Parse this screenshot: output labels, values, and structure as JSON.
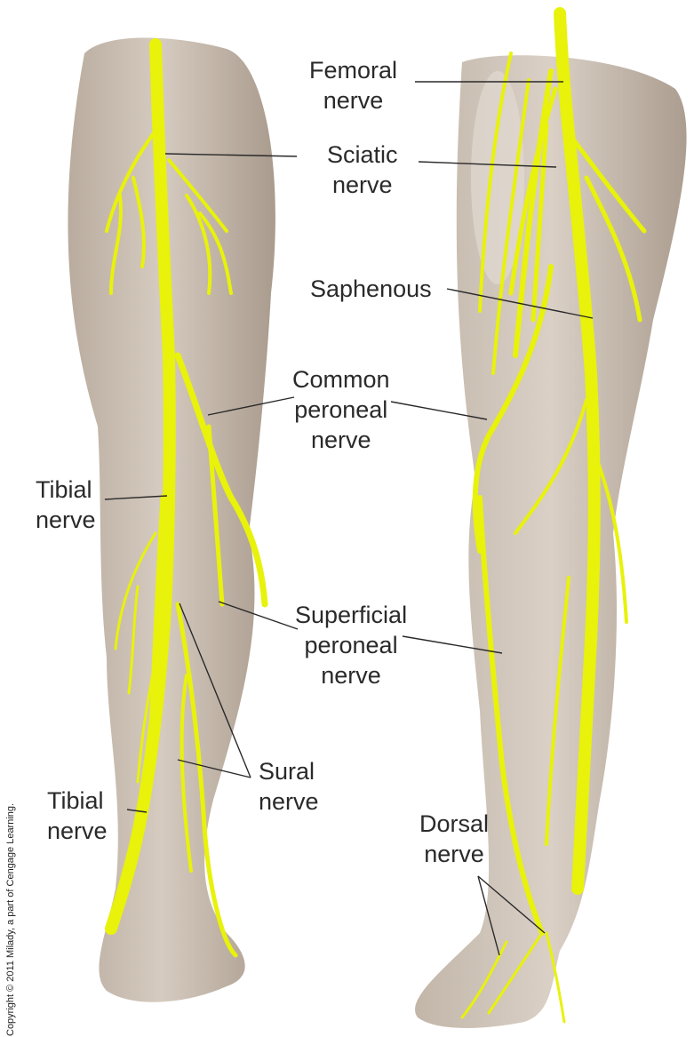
{
  "labels": {
    "femoral": [
      "Femoral",
      "nerve"
    ],
    "sciatic": [
      "Sciatic",
      "nerve"
    ],
    "saphenous": [
      "Saphenous"
    ],
    "common_peroneal": [
      "Common",
      "peroneal",
      "nerve"
    ],
    "tibial_upper": [
      "Tibial",
      "nerve"
    ],
    "superficial_peroneal": [
      "Superficial",
      "peroneal",
      "nerve"
    ],
    "sural": [
      "Sural",
      "nerve"
    ],
    "tibial_lower": [
      "Tibial",
      "nerve"
    ],
    "dorsal": [
      "Dorsal",
      "nerve"
    ]
  },
  "copyright": "Copyright © 2011 Milady, a part of Cengage Learning.",
  "colors": {
    "nerve": "#e8f20a",
    "skin": "#cbbfb2",
    "skin_shadow": "#a89a8c",
    "leader_line": "#2a2a2a"
  }
}
